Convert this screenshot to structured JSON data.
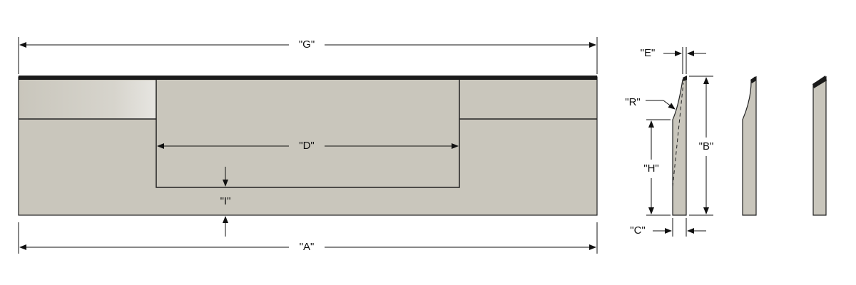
{
  "labels": {
    "G": "\"G\"",
    "D": "\"D\"",
    "I": "\"I\"",
    "A": "\"A\"",
    "E": "\"E\"",
    "R": "\"R\"",
    "H": "\"H\"",
    "B": "\"B\"",
    "C": "\"C\""
  },
  "colors": {
    "part_fill": "#c9c6bc",
    "top_band": "#1a1a1a",
    "line": "#111111"
  }
}
